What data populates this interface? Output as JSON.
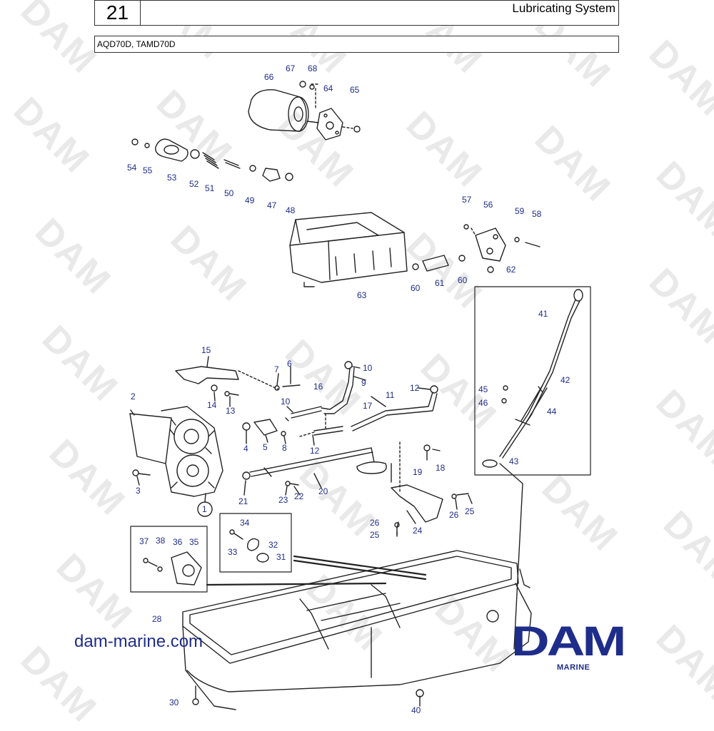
{
  "header": {
    "section_number": "21",
    "section_title": "Lubricating System",
    "models": "AQD70D, TAMD70D"
  },
  "watermark_text": "DAM",
  "website": "dam-marine.com",
  "logo": {
    "brand": "DAM",
    "sub": "MARINE"
  },
  "callouts": {
    "c1": "1",
    "c2": "2",
    "c3": "3",
    "c4": "4",
    "c5": "5",
    "c6": "6",
    "c7": "7",
    "c8": "8",
    "c9": "9",
    "c10a": "10",
    "c10b": "10",
    "c11": "11",
    "c12a": "12",
    "c12b": "12",
    "c13": "13",
    "c14": "14",
    "c15": "15",
    "c16": "16",
    "c17": "17",
    "c18": "18",
    "c19": "19",
    "c20": "20",
    "c21": "21",
    "c22": "22",
    "c23": "23",
    "c24": "24",
    "c25a": "25",
    "c25b": "25",
    "c26a": "26",
    "c26b": "26",
    "c28": "28",
    "c30": "30",
    "c31": "31",
    "c32": "32",
    "c33": "33",
    "c34": "34",
    "c35": "35",
    "c36": "36",
    "c37": "37",
    "c38": "38",
    "c40": "40",
    "c41": "41",
    "c42": "42",
    "c43": "43",
    "c44": "44",
    "c45": "45",
    "c46": "46",
    "c47": "47",
    "c48": "48",
    "c49": "49",
    "c50": "50",
    "c51": "51",
    "c52": "52",
    "c53": "53",
    "c54": "54",
    "c55": "55",
    "c56": "56",
    "c57": "57",
    "c58": "58",
    "c59": "59",
    "c60a": "60",
    "c60b": "60",
    "c61": "61",
    "c62": "62",
    "c63": "63",
    "c64": "64",
    "c65": "65",
    "c66": "66",
    "c67": "67",
    "c68": "68"
  }
}
